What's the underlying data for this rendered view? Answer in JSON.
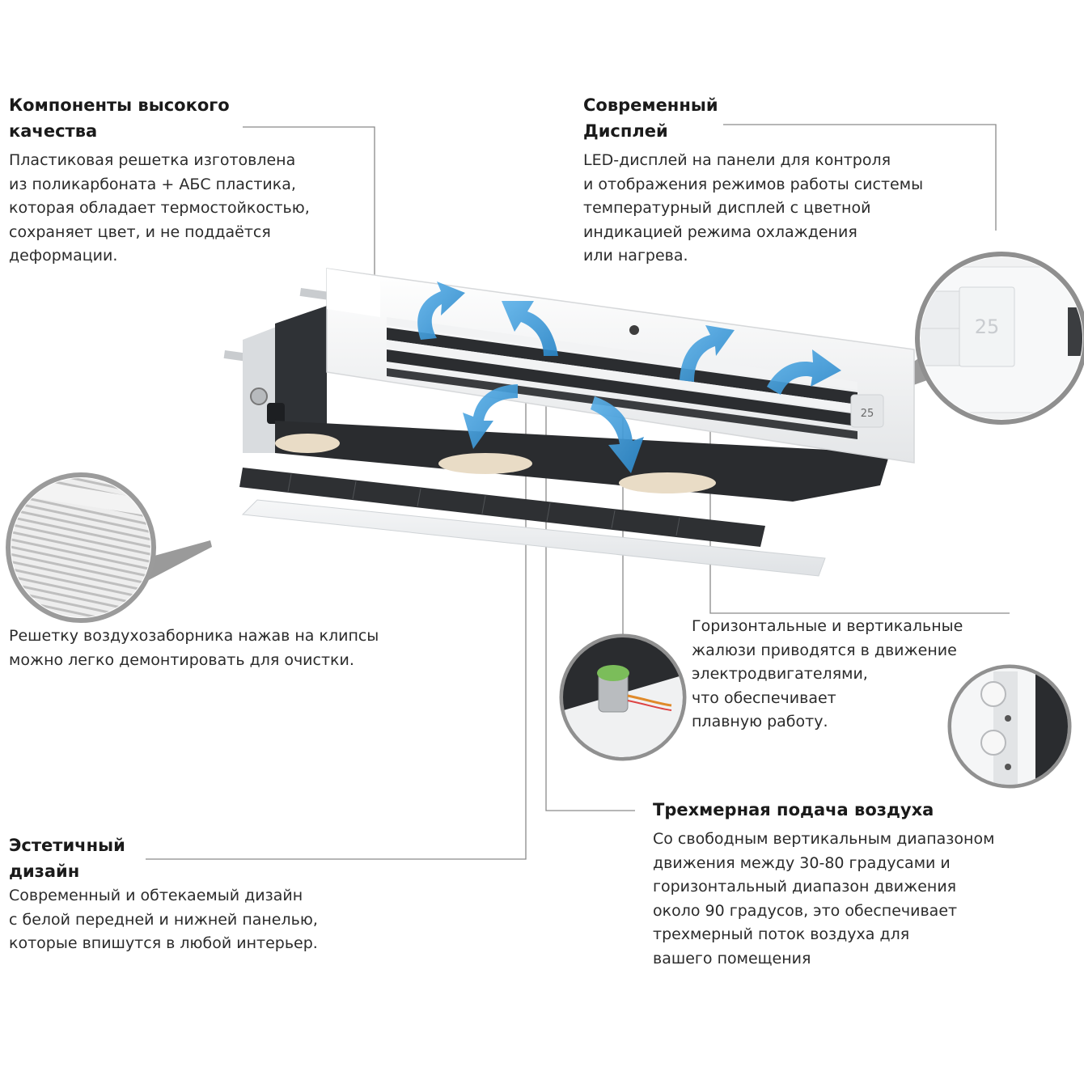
{
  "features": {
    "quality": {
      "title": [
        "Компоненты высокого",
        "качества"
      ],
      "desc": [
        "Пластиковая решетка изготовлена",
        "из поликарбоната + АБС пластика,",
        "которая обладает термостойкостью,",
        "сохраняет цвет, и не поддаётся",
        "деформации."
      ]
    },
    "display": {
      "title": [
        "Современный",
        "Дисплей"
      ],
      "desc": [
        "LED-дисплей на панели для контроля",
        "и отображения режимов работы системы",
        "температурный дисплей с цветной",
        "индикацией режима охлаждения",
        "или нагрева."
      ]
    },
    "grille": {
      "desc": [
        "Решетку воздухозаборника нажав на клипсы",
        "можно легко демонтировать для очистки."
      ]
    },
    "louvers": {
      "desc": [
        "Горизонтальные и вертикальные",
        "жалюзи приводятся в движение",
        "электродвигателями,",
        "что обеспечивает",
        "плавную работу."
      ]
    },
    "airflow": {
      "title": [
        "Трехмерная подача воздуха"
      ],
      "desc": [
        "Со свободным вертикальным диапазоном",
        "движения между 30-80 градусами и",
        "горизонтальный диапазон движения",
        "около 90 градусов, это обеспечивает",
        "трехмерный поток воздуха для",
        "вашего помещения"
      ]
    },
    "design": {
      "title": [
        "Эстетичный",
        "дизайн"
      ],
      "desc": [
        "Современный и обтекаемый дизайн",
        "с белой передней и нижней панелью,",
        "которые впишутся в любой интерьер."
      ]
    }
  },
  "unit": {
    "display_readout": "25",
    "zoom_display_readout": "25"
  },
  "colors": {
    "airflow_arrow": "#3f9ad8",
    "callout_line": "#8a8a8a",
    "unit_body": "#2b2b2b",
    "panel_white": "#f4f5f6"
  }
}
